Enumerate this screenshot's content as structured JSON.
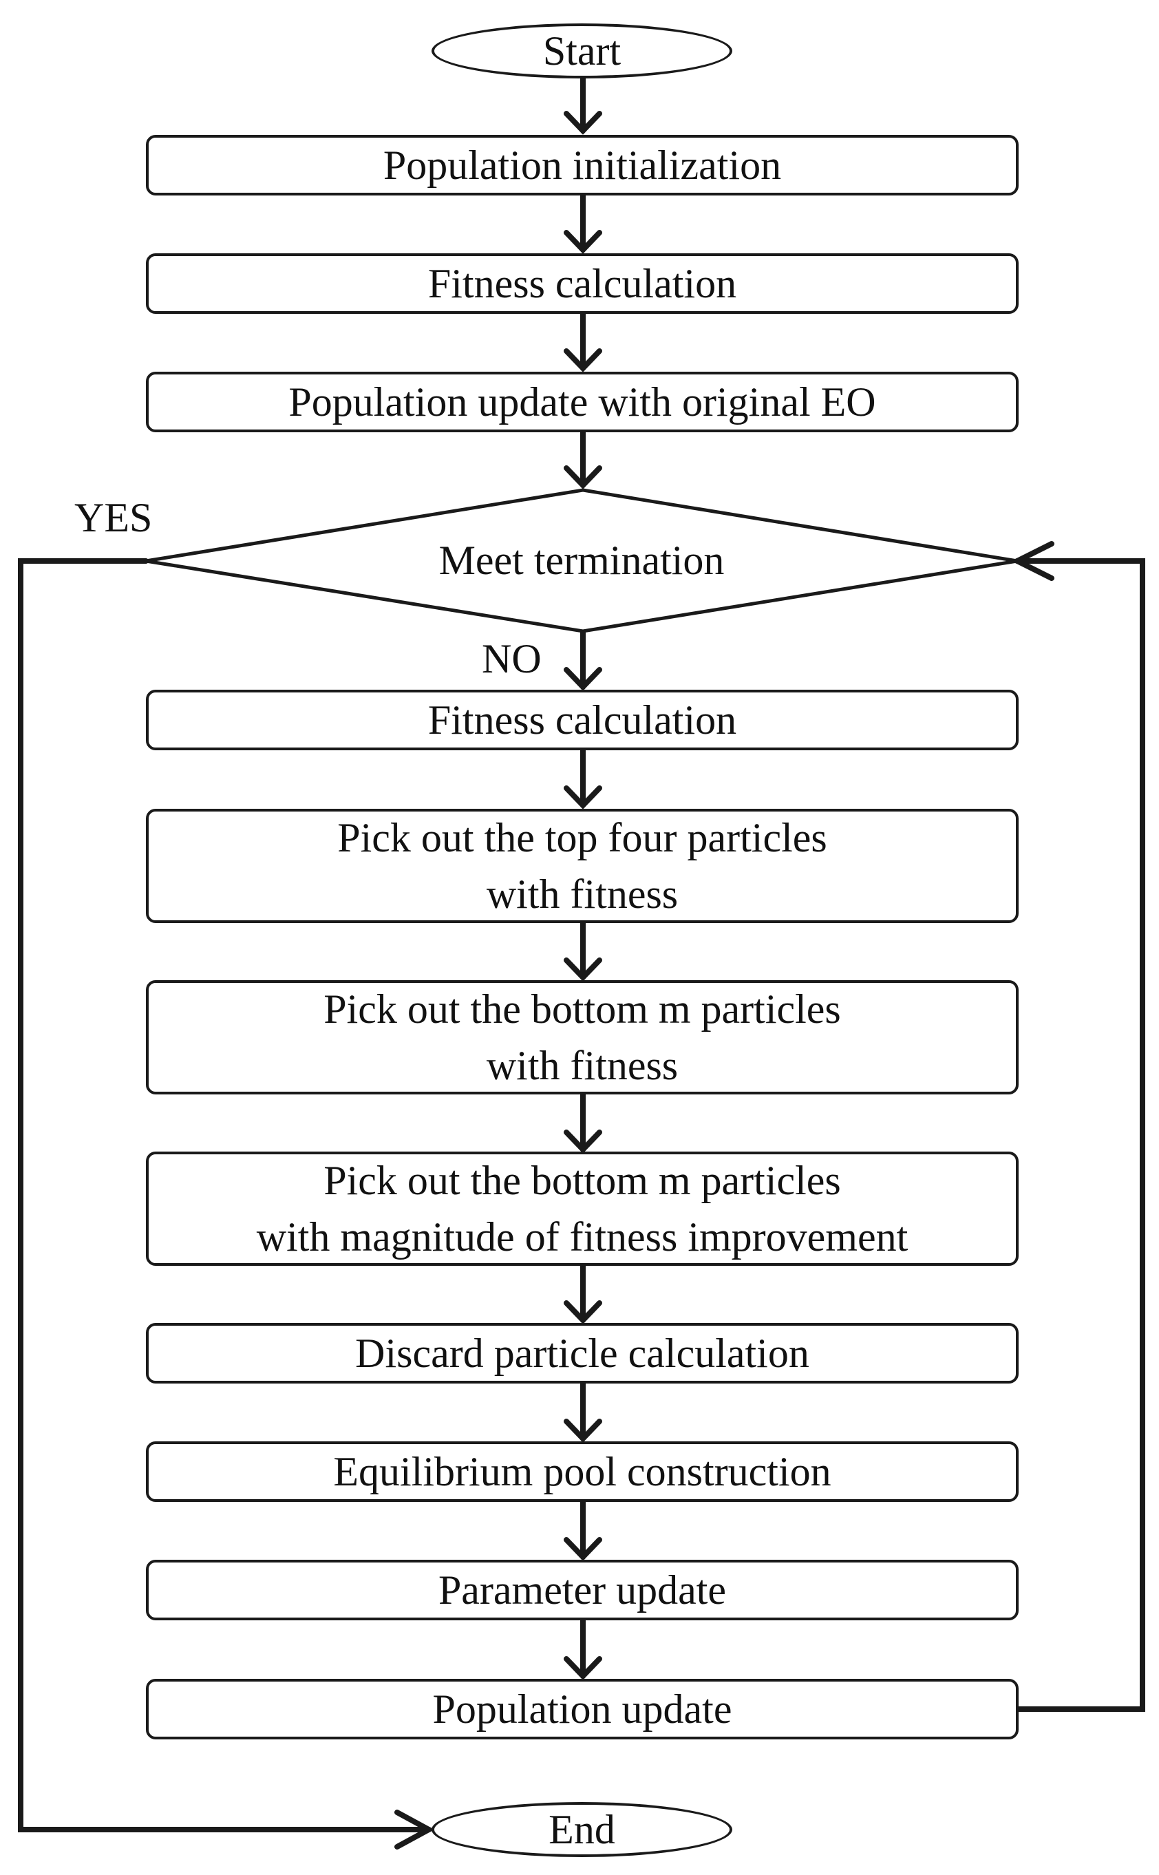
{
  "start_label": "Start",
  "end_label": "End",
  "steps": {
    "init": "Population initialization",
    "fitness1": "Fitness calculation",
    "update_eo": "Population update with original EO",
    "fitness2": "Fitness calculation",
    "top_four_1": "Pick out the top four particles",
    "top_four_2": "with fitness",
    "bottom_m_1": "Pick out the bottom m particles",
    "bottom_m_2": "with fitness",
    "bottom_m_imp_1": "Pick out the bottom m particles",
    "bottom_m_imp_2": "with magnitude of fitness improvement",
    "discard": "Discard particle calculation",
    "pool": "Equilibrium pool construction",
    "param": "Parameter update",
    "pop_update": "Population update"
  },
  "decision": {
    "label": "Meet termination",
    "yes_label": "YES",
    "no_label": "NO"
  }
}
